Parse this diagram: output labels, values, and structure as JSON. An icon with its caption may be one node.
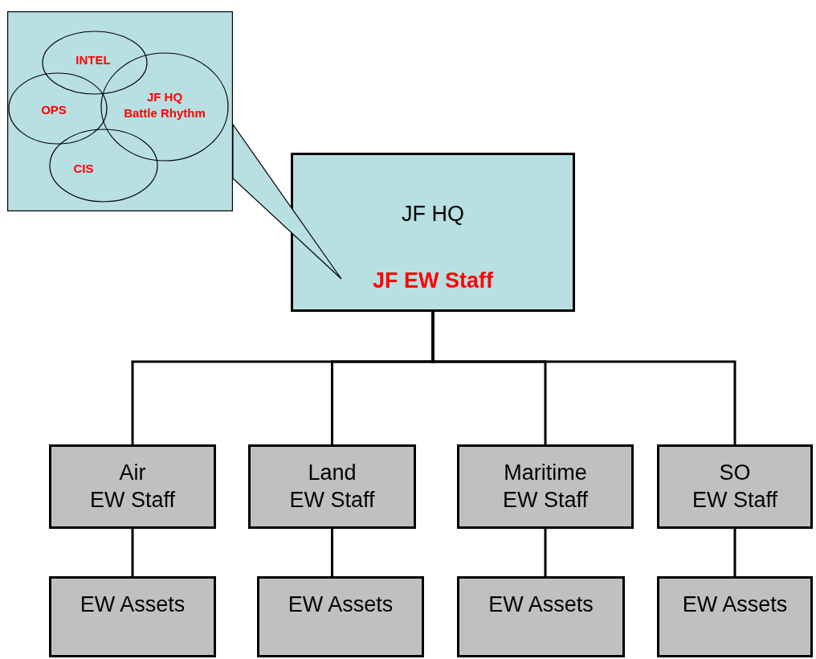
{
  "diagram": {
    "nodes": [
      {
        "text": [],
        "shape": "box"
      },
      {
        "text": [
          "INTEL"
        ],
        "in": 0
      },
      {
        "text": [
          "OPS"
        ],
        "in": 0
      },
      {
        "text": [
          "JF HQ Battle Rhythm"
        ],
        "in": 0
      },
      {
        "text": [
          "CIS"
        ],
        "in": 0
      },
      {
        "text": [
          "JF HQ",
          "JF EW Staff"
        ]
      },
      {
        "text": [
          "Air EW Staff"
        ]
      },
      {
        "text": [
          "Land EW Staff"
        ]
      },
      {
        "text": [
          "Maritime EW Staff"
        ]
      },
      {
        "text": [
          "SO EW Staff"
        ]
      },
      {
        "text": [
          "EW Assets"
        ]
      },
      {
        "text": [
          "EW Assets"
        ]
      },
      {
        "text": [
          "EW Assets"
        ]
      },
      {
        "text": [
          "EW Assets"
        ]
      }
    ],
    "edges": [
      {
        "from": 0,
        "to": 5,
        "arrow": "none"
      },
      {
        "from": 5,
        "to": 6,
        "arrow": "none"
      },
      {
        "from": 5,
        "to": 7,
        "arrow": "none"
      },
      {
        "from": 5,
        "to": 8,
        "arrow": "none"
      },
      {
        "from": 5,
        "to": 9,
        "arrow": "none"
      },
      {
        "from": 6,
        "to": 10,
        "arrow": "none"
      },
      {
        "from": 7,
        "to": 11,
        "arrow": "none"
      },
      {
        "from": 8,
        "to": 12,
        "arrow": "none"
      },
      {
        "from": 9,
        "to": 13,
        "arrow": "none"
      }
    ]
  }
}
